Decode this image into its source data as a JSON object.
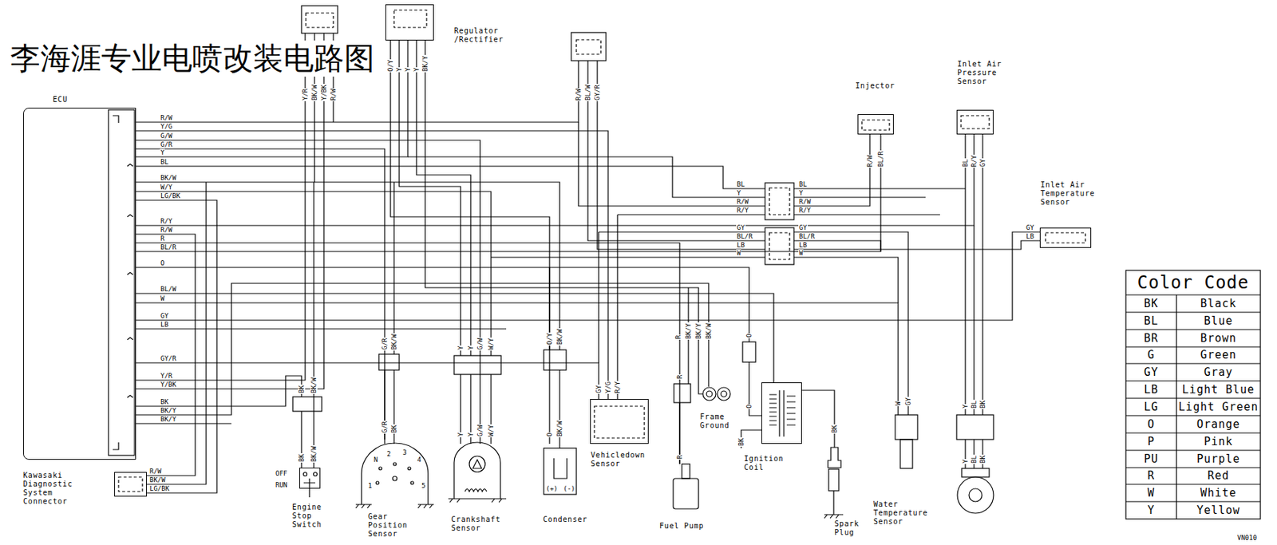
{
  "diagram": {
    "title": "李海涯专业电喷改装电路图",
    "nodes": [
      {
        "text": [
          "ECU"
        ]
      },
      {
        "text": [
          "Regulator /Rectifier"
        ]
      },
      {
        "text": [
          "Injector"
        ]
      },
      {
        "text": [
          "Inlet Air Pressure Sensor"
        ]
      },
      {
        "text": [
          "Inlet Air Temperature Sensor"
        ]
      },
      {
        "text": [
          "Kawasaki Diagnostic System Connector"
        ]
      },
      {
        "text": [
          "Engine Stop Switch"
        ]
      },
      {
        "text": [
          "Gear Position Sensor"
        ]
      },
      {
        "text": [
          "Crankshaft Sensor"
        ]
      },
      {
        "text": [
          "Condenser"
        ]
      },
      {
        "text": [
          "Vehicledown Sensor"
        ]
      },
      {
        "text": [
          "Fuel Pump"
        ]
      },
      {
        "text": [
          "Frame Ground"
        ]
      },
      {
        "text": [
          "Ignition Coil"
        ]
      },
      {
        "text": [
          "Spark Plug"
        ]
      },
      {
        "text": [
          "Water Temperature Sensor"
        ]
      }
    ],
    "edges": [
      {
        "from": 0,
        "to": 1,
        "arrow": "none"
      },
      {
        "from": 0,
        "to": 2,
        "arrow": "none"
      },
      {
        "from": 0,
        "to": 3,
        "arrow": "none"
      },
      {
        "from": 0,
        "to": 4,
        "arrow": "none"
      },
      {
        "from": 0,
        "to": 5,
        "arrow": "none"
      },
      {
        "from": 0,
        "to": 6,
        "arrow": "none"
      },
      {
        "from": 0,
        "to": 7,
        "arrow": "none"
      },
      {
        "from": 0,
        "to": 8,
        "arrow": "none"
      },
      {
        "from": 0,
        "to": 9,
        "arrow": "none"
      },
      {
        "from": 0,
        "to": 10,
        "arrow": "none"
      },
      {
        "from": 0,
        "to": 11,
        "arrow": "none"
      },
      {
        "from": 0,
        "to": 12,
        "arrow": "none"
      },
      {
        "from": 0,
        "to": 13,
        "arrow": "none"
      },
      {
        "from": 0,
        "to": 15,
        "arrow": "none"
      },
      {
        "from": 13,
        "to": 14,
        "arrow": "none"
      }
    ],
    "labels": [
      "R/W",
      "Y/G",
      "G/W",
      "G/R",
      "Y",
      "BL",
      "BK/W",
      "W/Y",
      "LG/BK",
      "R/Y",
      "R/W",
      "R",
      "BL/R",
      "O",
      "BL/W",
      "W",
      "GY",
      "LB",
      "GY/R",
      "Y/R",
      "Y/BK",
      "BK",
      "BK/Y",
      "BK/Y",
      "Y/R",
      "BK/W",
      "Y/BK",
      "R/W",
      "O/Y",
      "Y",
      "Y",
      "Y",
      "BK/Y",
      "R/W",
      "BL/W",
      "GY/R",
      "R/W",
      "BL/R",
      "BL",
      "R/Y",
      "GY",
      "BL",
      "Y",
      "R/W",
      "R/Y",
      "BL",
      "Y",
      "R/W",
      "R/Y",
      "GY",
      "BL/R",
      "LB",
      "W",
      "GY",
      "BL/R",
      "LB",
      "W",
      "GY",
      "LB",
      "R/W",
      "BK/W",
      "LG/BK",
      "BK",
      "BK/W",
      "BK",
      "BK/W",
      "OFF",
      "RUN",
      "G/R",
      "BK/W",
      "G/R",
      "BK",
      "N",
      "1",
      "2",
      "3",
      "4",
      "5",
      "Y",
      "Y",
      "G/W",
      "W/Y",
      "Y",
      "Y",
      "G/W",
      "W/Y",
      "O/Y",
      "BK/W",
      "O",
      "BK/W",
      "(+)",
      "(-)",
      "GY",
      "Y/G",
      "R/Y",
      "R",
      "BK/Y",
      "BK/Y",
      "BK/W",
      "R",
      "R",
      "O",
      "BK",
      "O",
      "BK",
      "W",
      "GY",
      "Y",
      "BL",
      "BK",
      "Y",
      "BL",
      "BK",
      "Color Code",
      "BK",
      "Black",
      "BL",
      "Blue",
      "BR",
      "Brown",
      "G",
      "Green",
      "GY",
      "Gray",
      "LB",
      "Light Blue",
      "LG",
      "Light Green",
      "O",
      "Orange",
      "P",
      "Pink",
      "PU",
      "Purple",
      "R",
      "Red",
      "W",
      "White",
      "Y",
      "Yellow",
      "VN010"
    ]
  }
}
